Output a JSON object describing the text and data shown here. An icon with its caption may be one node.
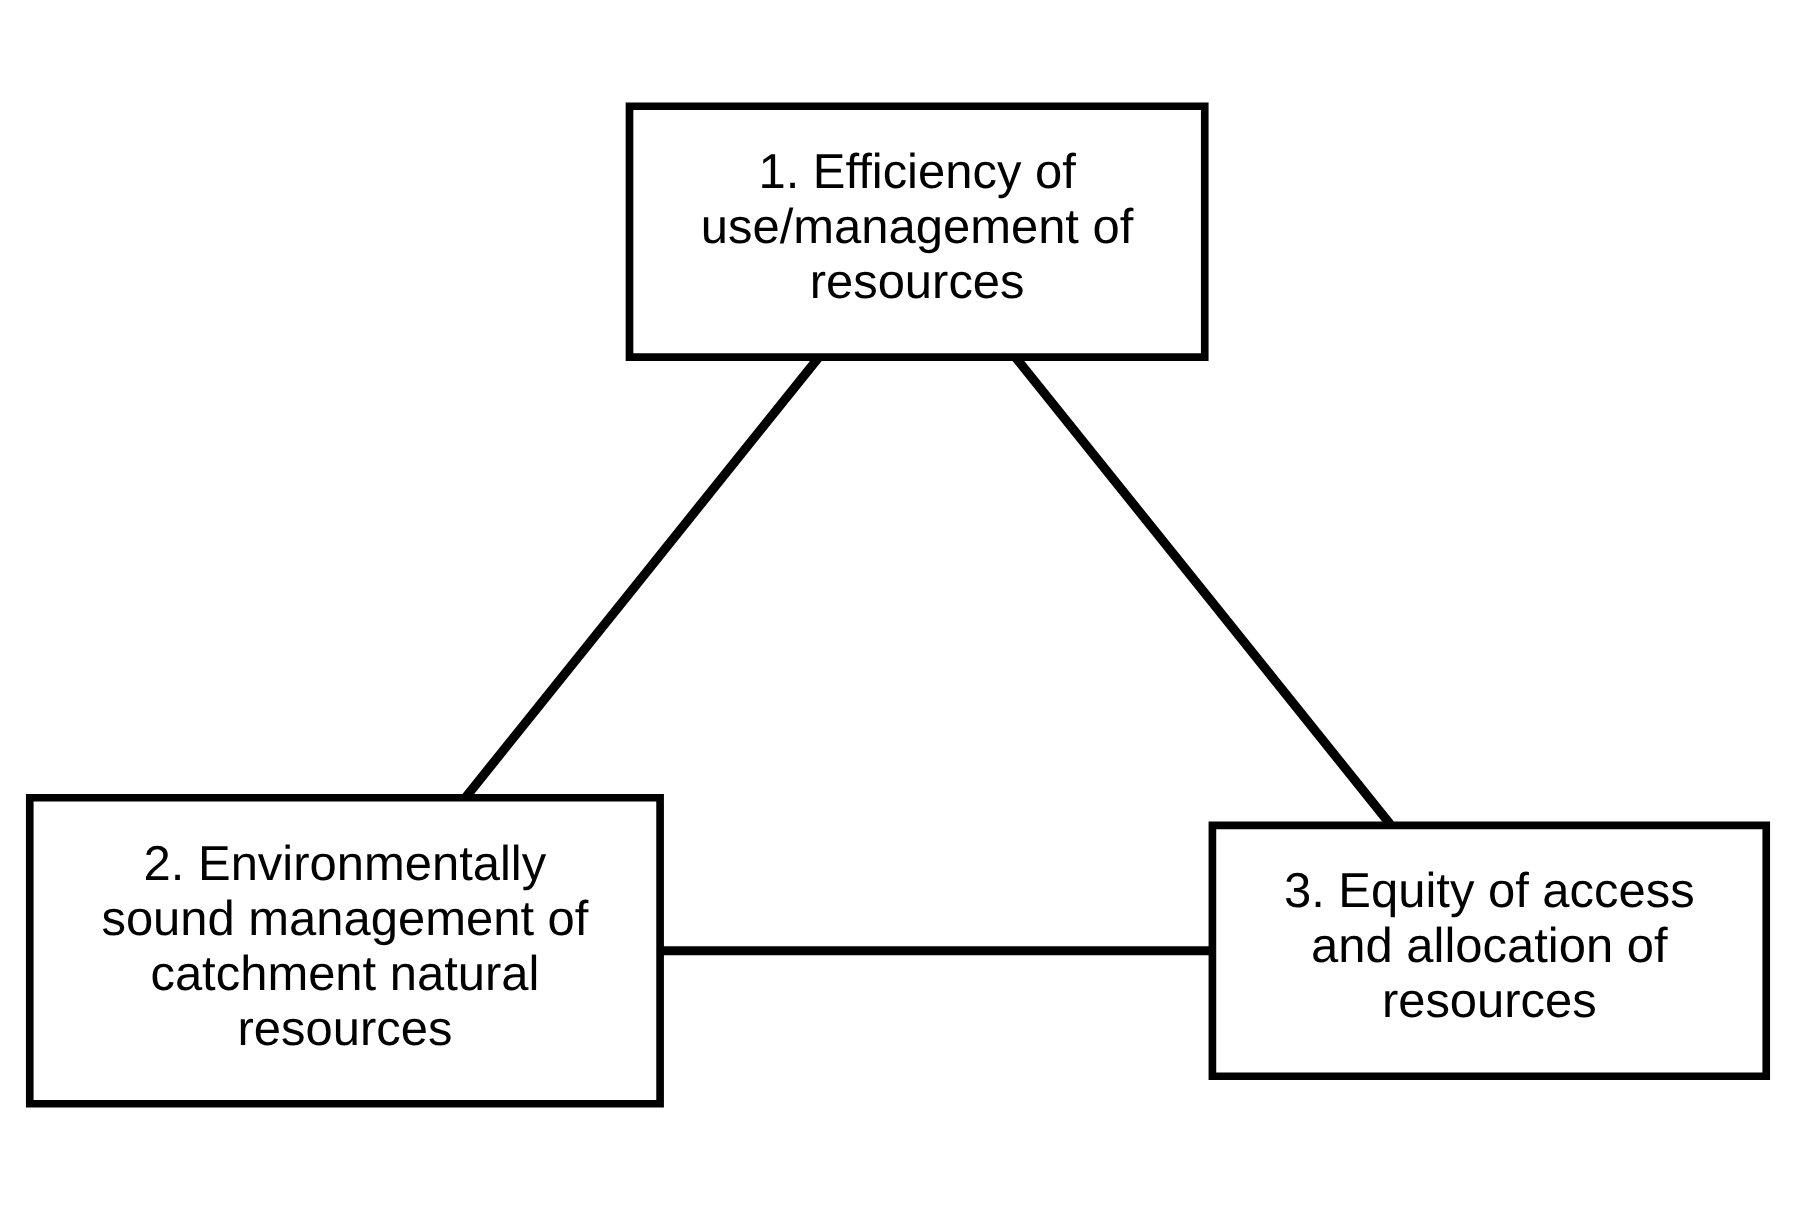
{
  "diagram": {
    "nodes": [
      {
        "text": [
          "1. Efficiency of use/management of resources"
        ]
      },
      {
        "text": [
          "2. Environmentally sound management of catchment natural resources"
        ]
      },
      {
        "text": [
          "3. Equity of access and allocation of resources"
        ]
      }
    ],
    "edges": [
      {
        "from": 0,
        "to": 1,
        "arrow": "none"
      },
      {
        "from": 0,
        "to": 2,
        "arrow": "none"
      },
      {
        "from": 1,
        "to": 2,
        "arrow": "none"
      }
    ]
  }
}
